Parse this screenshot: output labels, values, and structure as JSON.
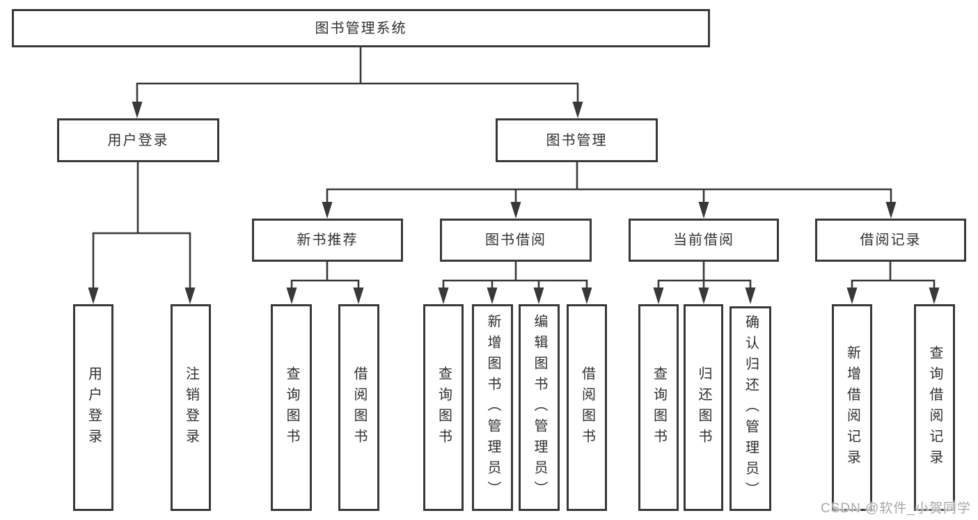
{
  "diagram": {
    "title": "图书管理系统",
    "branches": [
      {
        "label": "用户登录",
        "children": [
          {
            "label": "用户登录"
          },
          {
            "label": "注销登录"
          }
        ]
      },
      {
        "label": "图书管理",
        "children": [
          {
            "label": "新书推荐",
            "children": [
              {
                "label": "查询图书"
              },
              {
                "label": "借阅图书"
              }
            ]
          },
          {
            "label": "图书借阅",
            "children": [
              {
                "label": "查询图书"
              },
              {
                "label": "新增图书（管理员）"
              },
              {
                "label": "编辑图书（管理员）"
              },
              {
                "label": "借阅图书"
              }
            ]
          },
          {
            "label": "当前借阅",
            "children": [
              {
                "label": "查询图书"
              },
              {
                "label": "归还图书"
              },
              {
                "label": "确认归还（管理员）"
              }
            ]
          },
          {
            "label": "借阅记录",
            "children": [
              {
                "label": "新增借阅记录"
              },
              {
                "label": "查询借阅记录"
              }
            ]
          }
        ]
      }
    ]
  },
  "watermark": {
    "text": "CSDN @软件_小贺同学"
  },
  "colors": {
    "line": "#383838",
    "text": "#2f2f2f",
    "background": "#ffffff",
    "watermark": "#a8a8a8"
  }
}
